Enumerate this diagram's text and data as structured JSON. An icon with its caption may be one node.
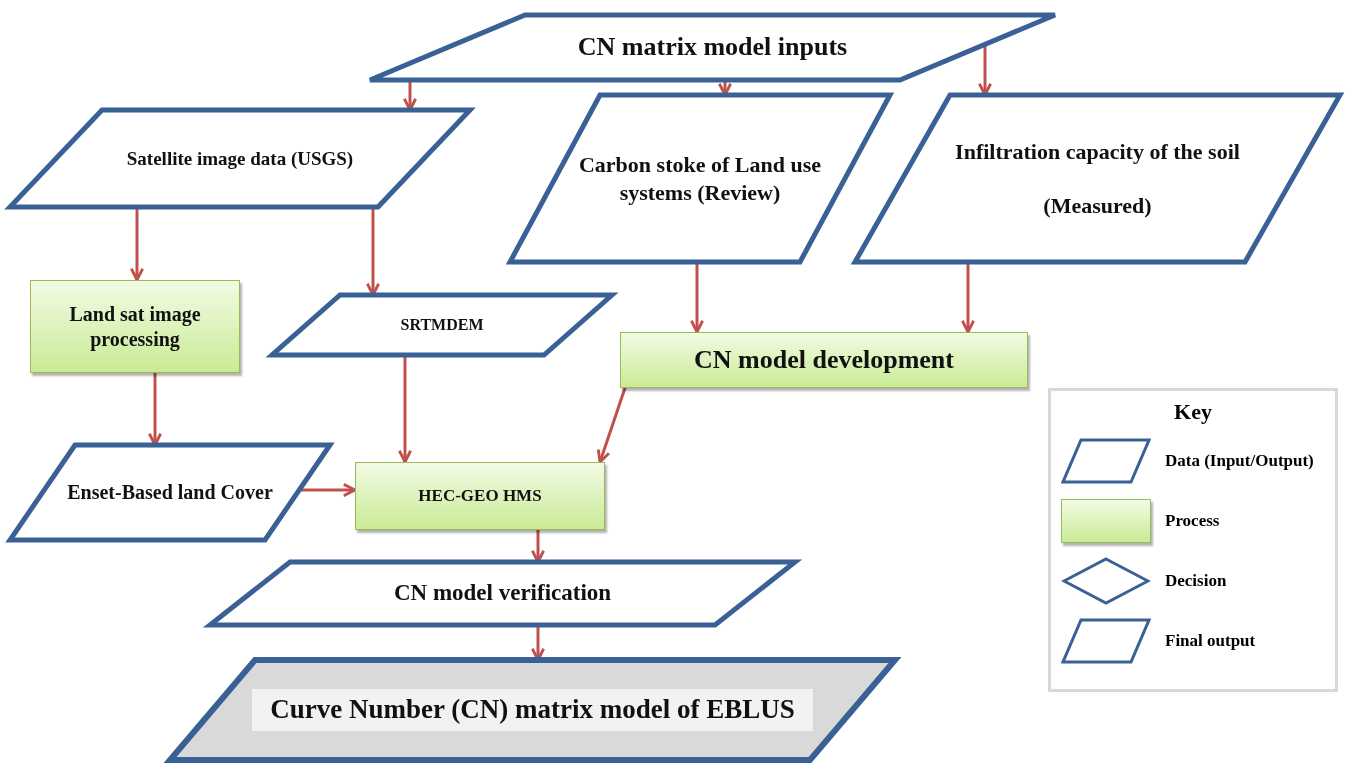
{
  "diagram": {
    "nodes": [
      {
        "text": [
          "CN matrix model inputs"
        ]
      },
      {
        "text": [
          "Satellite image data (USGS)"
        ]
      },
      {
        "text": [
          "Carbon stoke of Land use systems (Review)"
        ]
      },
      {
        "text": [
          "Infiltration capacity of the soil",
          "(Measured)"
        ]
      },
      {
        "text": [
          "Land sat image processing"
        ]
      },
      {
        "text": [
          "SRTMDEM"
        ]
      },
      {
        "text": [
          "CN model development"
        ]
      },
      {
        "text": [
          "Enset-Based land Cover"
        ]
      },
      {
        "text": [
          "HEC-GEO HMS"
        ]
      },
      {
        "text": [
          "CN model verification"
        ]
      },
      {
        "text": [
          "Curve Number (CN) matrix model of EBLUS"
        ]
      }
    ],
    "edges": [
      {
        "from": 0,
        "to": 1,
        "arrow": "to"
      },
      {
        "from": 0,
        "to": 2,
        "arrow": "to"
      },
      {
        "from": 0,
        "to": 3,
        "arrow": "to"
      },
      {
        "from": 1,
        "to": 4,
        "arrow": "to"
      },
      {
        "from": 1,
        "to": 5,
        "arrow": "to"
      },
      {
        "from": 2,
        "to": 6,
        "arrow": "to"
      },
      {
        "from": 3,
        "to": 6,
        "arrow": "to"
      },
      {
        "from": 4,
        "to": 7,
        "arrow": "to"
      },
      {
        "from": 5,
        "to": 8,
        "arrow": "to"
      },
      {
        "from": 6,
        "to": 8,
        "arrow": "to"
      },
      {
        "from": 7,
        "to": 8,
        "arrow": "to"
      },
      {
        "from": 8,
        "to": 9,
        "arrow": "to"
      },
      {
        "from": 9,
        "to": 10,
        "arrow": "to"
      }
    ],
    "labels": [
      "Key"
    ],
    "legend": [
      {
        "text": "Data (Input/Output)"
      },
      {
        "text": "Process"
      },
      {
        "text": "Decision"
      },
      {
        "text": "Final output"
      }
    ]
  }
}
